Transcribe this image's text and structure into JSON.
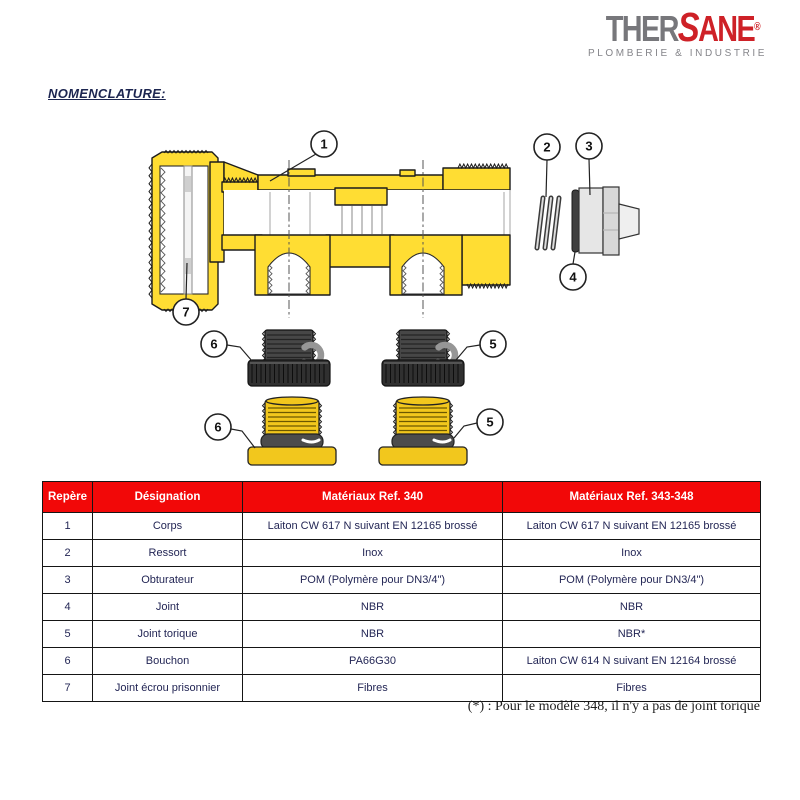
{
  "logo": {
    "part_gray": "THER",
    "part_s": "S",
    "part_red": "ANE",
    "registered": "®",
    "subtitle": "PLOMBERIE & INDUSTRIE"
  },
  "heading": "NOMENCLATURE:",
  "diagram": {
    "callouts": {
      "c1": "1",
      "c2": "2",
      "c3": "3",
      "c4": "4",
      "c5": "5",
      "c6": "6",
      "c7": "7"
    }
  },
  "table": {
    "headers": [
      "Repère",
      "Désignation",
      "Matériaux Ref. 340",
      "Matériaux Ref. 343-348"
    ],
    "rows": [
      [
        "1",
        "Corps",
        "Laiton CW 617 N suivant EN 12165 brossé",
        "Laiton CW 617 N suivant EN 12165 brossé"
      ],
      [
        "2",
        "Ressort",
        "Inox",
        "Inox"
      ],
      [
        "3",
        "Obturateur",
        "POM (Polymère pour DN3/4\")",
        "POM (Polymère pour DN3/4\")"
      ],
      [
        "4",
        "Joint",
        "NBR",
        "NBR"
      ],
      [
        "5",
        "Joint torique",
        "NBR",
        "NBR*"
      ],
      [
        "6",
        "Bouchon",
        "PA66G30",
        "Laiton CW 614 N suivant EN 12164 brossé"
      ],
      [
        "7",
        "Joint écrou prisonnier",
        "Fibres",
        "Fibres"
      ]
    ]
  },
  "footnote": "(*) : Pour le modèle 348, il n'y a pas de joint torique",
  "colors": {
    "brass": "#FFDD33",
    "capgold": "#F2C71D",
    "red": "#F20808",
    "logored": "#CE2127",
    "logogray": "#77777B",
    "ink": "#232655"
  }
}
